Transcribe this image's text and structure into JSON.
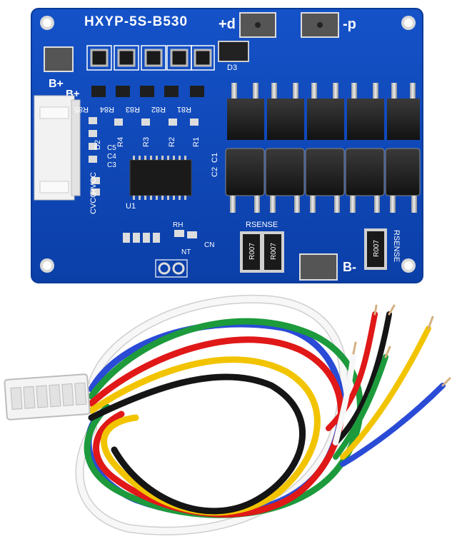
{
  "board": {
    "model": "HXYP-5S-B530",
    "pad_plus": "+d",
    "pad_minus": "-p",
    "pad_bminus": "B-",
    "pad_bplus1": "B+",
    "pad_bplus2": "B+",
    "label_d3": "D3",
    "label_rsense1": "RSENSE",
    "label_rsense2": "RSENSE",
    "label_cn": "CN",
    "label_nt": "NT",
    "label_rh": "RH",
    "label_d2": "D2",
    "label_rvcc": "RVCC",
    "label_cvcc": "CVCC",
    "label_u1": "U1",
    "label_c1": "C1",
    "label_c2": "C2",
    "resistor_labels": [
      "R85",
      "R84",
      "R83",
      "R82",
      "R81"
    ],
    "r_labels": [
      "R4",
      "R3",
      "R2",
      "R1"
    ],
    "cap_labels": [
      "C5",
      "C4",
      "C3"
    ],
    "shunt_text": "R007"
  },
  "colors": {
    "pcb": "#0d47b8",
    "pcb_edge": "#0a3a96",
    "wire_red": "#e01818",
    "wire_black": "#151515",
    "wire_yellow": "#f2c400",
    "wire_green": "#1c9a3c",
    "wire_blue": "#2a4bd6",
    "wire_white": "#f4f4f4"
  }
}
